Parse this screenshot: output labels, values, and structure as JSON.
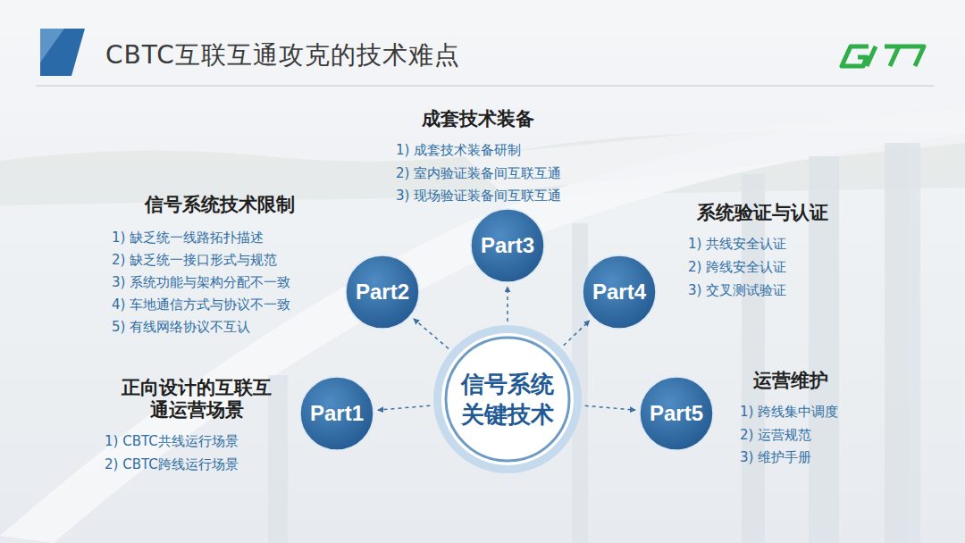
{
  "diagram": {
    "title": "CBTC互联互通攻克的技术难点",
    "nodes": [
      {
        "text": [
          "信号系统 关键技术"
        ]
      },
      {
        "text": [
          "Part1",
          "正向设计的互联互通运营场景",
          "1) CBTC共线运行场景",
          "2) CBTC跨线运行场景"
        ]
      },
      {
        "text": [
          "Part2",
          "信号系统技术限制",
          "1) 缺乏统一线路拓扑描述",
          "2) 缺乏统一接口形式与规范",
          "3) 系统功能与架构分配不一致",
          "4) 车地通信方式与协议不一致",
          "5) 有线网络协议不互认"
        ]
      },
      {
        "text": [
          "Part3",
          "成套技术装备",
          "1) 成套技术装备研制",
          "2) 室内验证装备间互联互通",
          "3) 现场验证装备间互联互通"
        ]
      },
      {
        "text": [
          "Part4",
          "系统验证与认证",
          "1) 共线安全认证",
          "2) 跨线安全认证",
          "3) 交叉测试验证"
        ]
      },
      {
        "text": [
          "Part5",
          "运营维护",
          "1) 跨线集中调度",
          "2) 运营规范",
          "3) 维护手册"
        ]
      }
    ],
    "edges": [
      {
        "from": 0,
        "to": 1,
        "arrow": "to"
      },
      {
        "from": 0,
        "to": 2,
        "arrow": "to"
      },
      {
        "from": 0,
        "to": 3,
        "arrow": "to"
      },
      {
        "from": 0,
        "to": 4,
        "arrow": "to"
      },
      {
        "from": 0,
        "to": 5,
        "arrow": "to"
      }
    ]
  }
}
